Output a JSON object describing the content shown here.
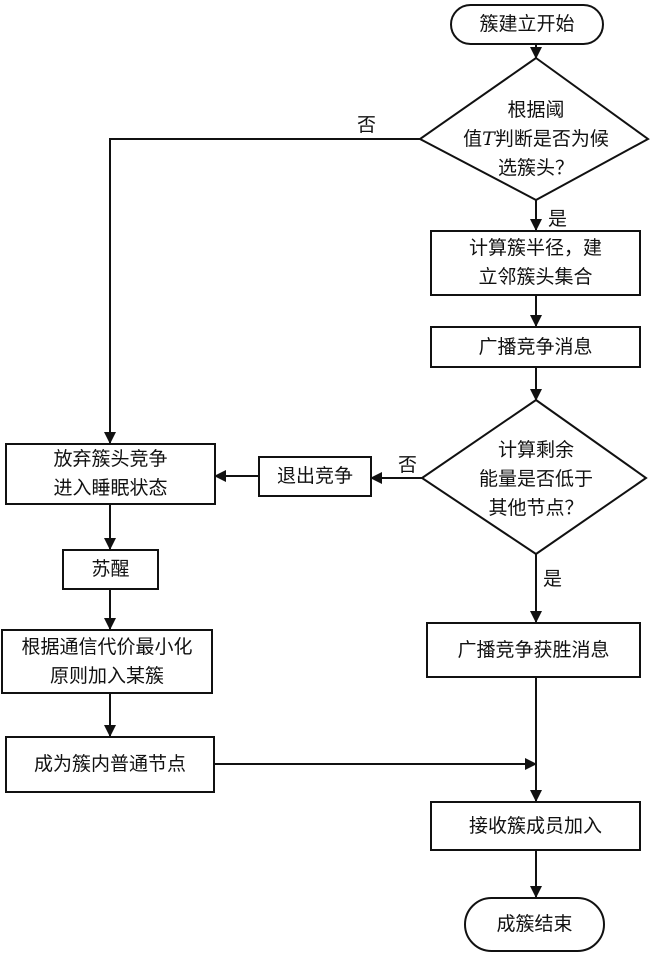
{
  "diagram": {
    "type": "flowchart",
    "nodes": [
      {
        "id": "start",
        "shape": "terminal",
        "text": "簇建立开始"
      },
      {
        "id": "d1",
        "shape": "decision",
        "lines": [
          "根据阈",
          "值T判断是否为候",
          "选簇头？"
        ]
      },
      {
        "id": "calc_radius",
        "shape": "process",
        "lines": [
          "计算簇半径，建",
          "立邻簇头集合"
        ]
      },
      {
        "id": "broadcast",
        "shape": "process",
        "text": "广播竞争消息"
      },
      {
        "id": "d2",
        "shape": "decision",
        "lines": [
          "计算剩余",
          "能量是否低于",
          "其他节点？"
        ]
      },
      {
        "id": "win",
        "shape": "process",
        "text": "广播竞争获胜消息"
      },
      {
        "id": "receive",
        "shape": "process",
        "text": "接收簇成员加入"
      },
      {
        "id": "end",
        "shape": "terminal",
        "text": "成簇结束"
      },
      {
        "id": "quit",
        "shape": "process",
        "text": "退出竞争"
      },
      {
        "id": "sleep",
        "shape": "process",
        "lines": [
          "放弃簇头竞争",
          "进入睡眠状态"
        ]
      },
      {
        "id": "wake",
        "shape": "process",
        "text": "苏醒"
      },
      {
        "id": "join",
        "shape": "process",
        "lines": [
          "根据通信代价最小化",
          "原则加入某簇"
        ]
      },
      {
        "id": "member",
        "shape": "process",
        "text": "成为簇内普通节点"
      }
    ],
    "edges": [
      {
        "from": "start",
        "to": "d1",
        "label": ""
      },
      {
        "from": "d1",
        "to": "calc_radius",
        "label": "是"
      },
      {
        "from": "d1",
        "to": "sleep",
        "label": "否"
      },
      {
        "from": "calc_radius",
        "to": "broadcast",
        "label": ""
      },
      {
        "from": "broadcast",
        "to": "d2",
        "label": ""
      },
      {
        "from": "d2",
        "to": "win",
        "label": "是"
      },
      {
        "from": "d2",
        "to": "quit",
        "label": "否"
      },
      {
        "from": "quit",
        "to": "sleep",
        "label": ""
      },
      {
        "from": "sleep",
        "to": "wake",
        "label": ""
      },
      {
        "from": "wake",
        "to": "join",
        "label": ""
      },
      {
        "from": "join",
        "to": "member",
        "label": ""
      },
      {
        "from": "member",
        "to": "receive",
        "label": ""
      },
      {
        "from": "win",
        "to": "receive",
        "label": ""
      },
      {
        "from": "receive",
        "to": "end",
        "label": ""
      }
    ],
    "labels": {
      "d1_no": "否",
      "d1_yes": "是",
      "d2_no": "否",
      "d2_yes": "是"
    },
    "text": {
      "start": "簇建立开始",
      "d1_line1": "根据阈",
      "d1_line2_pre": "值",
      "d1_line2_var": "T",
      "d1_line2_post": "判断是否为候",
      "d1_line3": "选簇头？",
      "calc_line1": "计算簇半径，建",
      "calc_line2": "立邻簇头集合",
      "broadcast": "广播竞争消息",
      "d2_line1": "计算剩余",
      "d2_line2": "能量是否低于",
      "d2_line3": "其他节点？",
      "win": "广播竞争获胜消息",
      "receive": "接收簇成员加入",
      "end": "成簇结束",
      "quit": "退出竞争",
      "sleep_line1": "放弃簇头竞争",
      "sleep_line2": "进入睡眠状态",
      "wake": "苏醒",
      "join_line1": "根据通信代价最小化",
      "join_line2": "原则加入某簇",
      "member": "成为簇内普通节点"
    }
  }
}
